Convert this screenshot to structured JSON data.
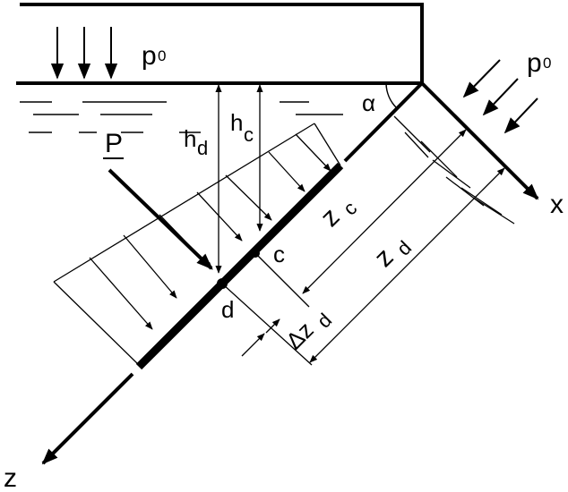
{
  "labels": {
    "p0_top": "p",
    "p0_top_sub": "0",
    "p0_side": "p",
    "p0_side_sub": "0",
    "p_force": "P",
    "h_d": "h",
    "h_d_sub": "d",
    "h_c": "h",
    "h_c_sub": "c",
    "alpha": "α",
    "z_c": "z",
    "z_c_sub": "c",
    "z_d": "z",
    "z_d_sub": "d",
    "delta_z": "Δz",
    "delta_z_sub": "d",
    "point_c": "c",
    "point_d": "d",
    "axis_x": "x",
    "axis_z": "z"
  }
}
